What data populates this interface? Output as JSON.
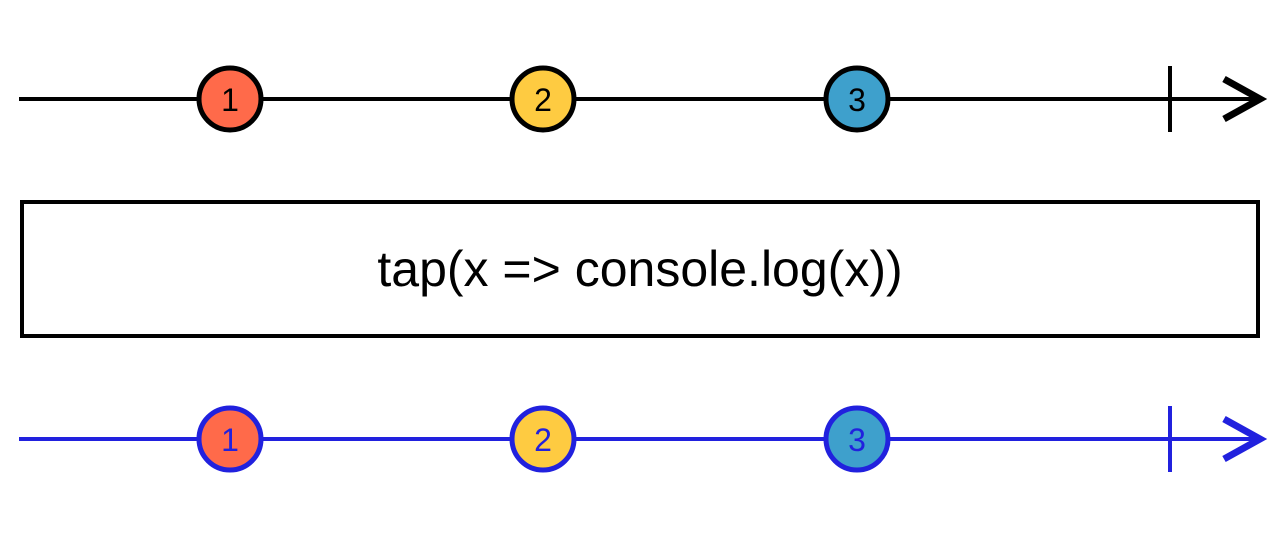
{
  "diagram": {
    "source_stream": {
      "line_color": "#000000",
      "marbles": [
        {
          "value": "1",
          "fill": "#FF6A4A"
        },
        {
          "value": "2",
          "fill": "#FECB41"
        },
        {
          "value": "3",
          "fill": "#3EA0CC"
        }
      ]
    },
    "operator": {
      "label": "tap(x => console.log(x))"
    },
    "output_stream": {
      "line_color": "#2121DE",
      "marbles": [
        {
          "value": "1",
          "fill": "#FF6A4A"
        },
        {
          "value": "2",
          "fill": "#FECB41"
        },
        {
          "value": "3",
          "fill": "#3EA0CC"
        }
      ]
    }
  }
}
